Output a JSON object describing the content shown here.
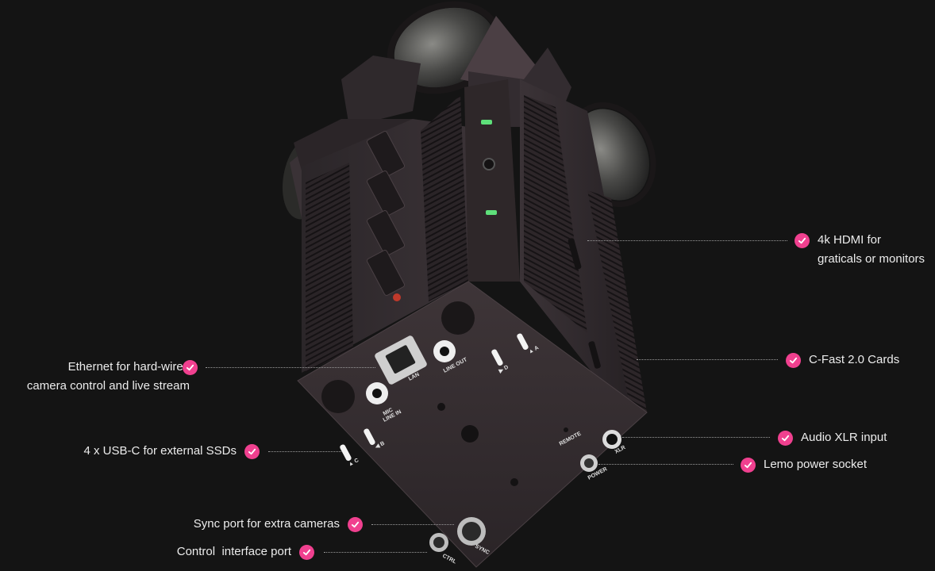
{
  "accent_color": "#f0408f",
  "background_color": "#141414",
  "check_icon": "check-circle-icon",
  "callouts": {
    "hdmi": {
      "line1": "4k HDMI for",
      "line2": "graticals or monitors"
    },
    "cfast": {
      "text": "C-Fast 2.0 Cards"
    },
    "xlr": {
      "text": "Audio XLR input"
    },
    "lemo": {
      "text": "Lemo power socket"
    },
    "ethernet": {
      "line1": "Ethernet for hard-wired",
      "line2": "camera control and live stream"
    },
    "usbc": {
      "text": "4 x USB-C for external SSDs"
    },
    "sync": {
      "text": "Sync port for extra cameras"
    },
    "control": {
      "text": "Control  interface port"
    }
  },
  "panel_labels": {
    "lan": "LAN",
    "line_out": "LINE OUT",
    "mic_1": "MIC",
    "mic_2": "LINE IN",
    "slot_a": "▲ A",
    "slot_b": "◀ B",
    "slot_c": "▲ C",
    "slot_d": "▶ D",
    "remote": "REMOTE",
    "xlr": "XLR",
    "power": "POWER",
    "ctrl": "CTRL",
    "sync": "SYNC"
  }
}
